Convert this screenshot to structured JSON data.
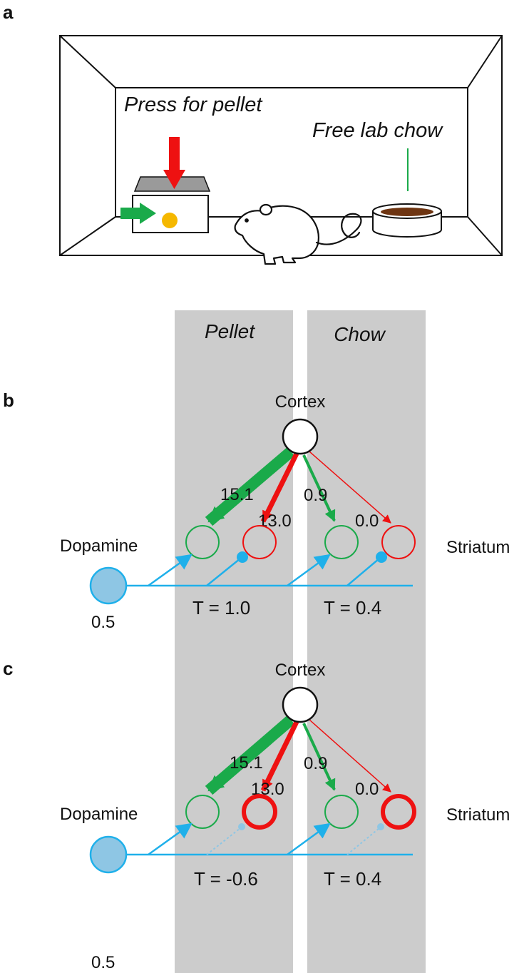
{
  "panel_a": {
    "letter": "a",
    "press_label": "Press for pellet",
    "chow_label": "Free lab chow"
  },
  "columns": {
    "pellet": "Pellet",
    "chow": "Chow"
  },
  "panel_b": {
    "letter": "b",
    "cortex": "Cortex",
    "striatum": "Striatum",
    "dopamine": "Dopamine",
    "dopamine_value": "0.5",
    "w_pellet_green": "15.1",
    "w_pellet_red": "13.0",
    "w_chow_green": "0.9",
    "w_chow_red": "0.0",
    "t_pellet": "T = 1.0",
    "t_chow": "T = 0.4"
  },
  "panel_c": {
    "letter": "c",
    "cortex": "Cortex",
    "striatum": "Striatum",
    "dopamine": "Dopamine",
    "dopamine_value": "0.5",
    "w_pellet_green": "15.1",
    "w_pellet_red": "13.0",
    "w_chow_green": "0.9",
    "w_chow_red": "0.0",
    "t_pellet": "T = -0.6",
    "t_chow": "T = 0.4"
  },
  "colors": {
    "green": "#1aaa4a",
    "red": "#ee1111",
    "blue": "#1fb0ea",
    "gray_column": "#cccccc",
    "pellet_dot": "#f5b800",
    "chow_food": "#6e3512"
  }
}
